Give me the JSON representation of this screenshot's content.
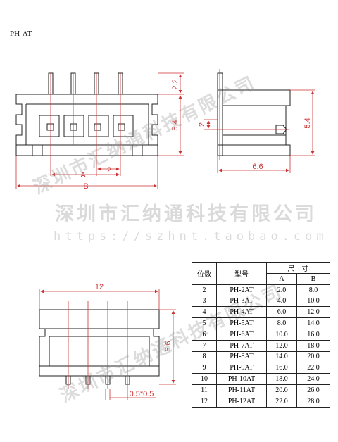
{
  "title": "PH-AT",
  "watermark": {
    "company": "深圳市汇纳通科技有限公司",
    "url": "https://szhnt.taobao.com"
  },
  "top_view": {
    "dim_A": "A",
    "dim_B": "B",
    "dim_pitch": "2",
    "dim_height_pin": "2.2",
    "dim_height_body": "5.4"
  },
  "side_view": {
    "dim_width": "6.6",
    "dim_height": "5.4",
    "dim_2": "2"
  },
  "bottom_view": {
    "dim_width": "12",
    "dim_height": "6.6",
    "dim_pin": "0.5*0.5"
  },
  "table": {
    "header_pos": "位数",
    "header_model": "型号",
    "header_size": "尺　寸",
    "header_a": "A",
    "header_b": "B",
    "rows": [
      {
        "pos": "2",
        "model": "PH-2AT",
        "a": "2.0",
        "b": "8.0"
      },
      {
        "pos": "3",
        "model": "PH-3AT",
        "a": "4.0",
        "b": "10.0"
      },
      {
        "pos": "4",
        "model": "PH-4AT",
        "a": "6.0",
        "b": "12.0"
      },
      {
        "pos": "5",
        "model": "PH-5AT",
        "a": "8.0",
        "b": "14.0"
      },
      {
        "pos": "6",
        "model": "PH-6AT",
        "a": "10.0",
        "b": "16.0"
      },
      {
        "pos": "7",
        "model": "PH-7AT",
        "a": "12.0",
        "b": "18.0"
      },
      {
        "pos": "8",
        "model": "PH-8AT",
        "a": "14.0",
        "b": "20.0"
      },
      {
        "pos": "9",
        "model": "PH-9AT",
        "a": "16.0",
        "b": "22.0"
      },
      {
        "pos": "10",
        "model": "PH-10AT",
        "a": "18.0",
        "b": "24.0"
      },
      {
        "pos": "11",
        "model": "PH-11AT",
        "a": "20.0",
        "b": "26.0"
      },
      {
        "pos": "12",
        "model": "PH-12AT",
        "a": "22.0",
        "b": "28.0"
      }
    ]
  },
  "colors": {
    "line": "#222222",
    "dimension": "#cc3333",
    "centerline": "#cc3333"
  }
}
